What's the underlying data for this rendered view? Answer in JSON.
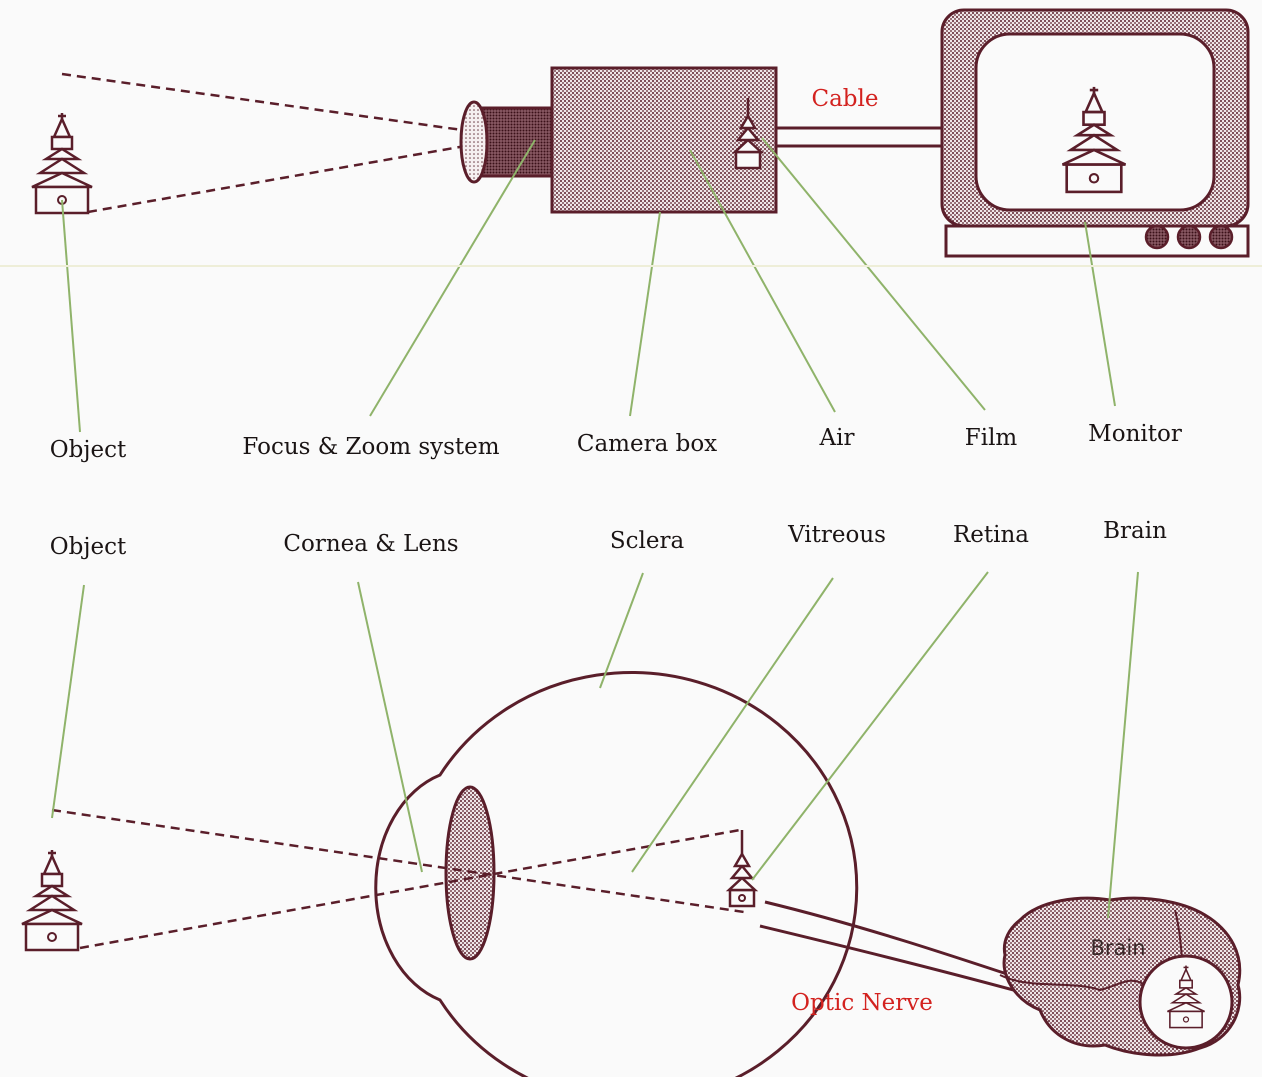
{
  "camera_section": {
    "labels": {
      "object": "Object",
      "focus_zoom": "Focus & Zoom system",
      "camera_box": "Camera box",
      "air": "Air",
      "film": "Film",
      "monitor": "Monitor",
      "cable": "Cable"
    }
  },
  "eye_section": {
    "labels": {
      "object": "Object",
      "cornea_lens": "Cornea & Lens",
      "sclera": "Sclera",
      "vitreous": "Vitreous",
      "retina": "Retina",
      "brain": "Brain",
      "optic_nerve": "Optic Nerve",
      "brain_inline": "Brain"
    }
  },
  "colors": {
    "ink": "#5a1e2a",
    "leader": "#8fb36a",
    "red_label": "#d3221f",
    "background": "#fafafa"
  }
}
